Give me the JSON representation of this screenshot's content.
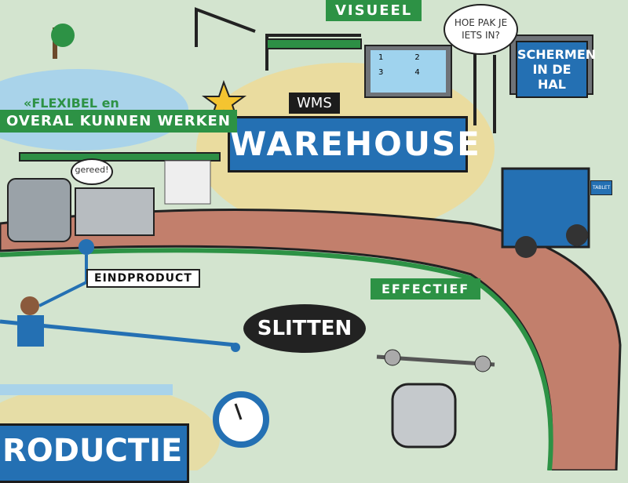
{
  "labels": {
    "visueel": "VISUEEL",
    "hoe_pak": "HOE PAK JE IETS IN?",
    "schermen": "SCHERMEN IN DE HAL",
    "wms": "WMS",
    "warehouse": "WAREHOUSE",
    "flexibel": "«FLEXIBEL en",
    "overal": "OVERAL KUNNEN WERKEN",
    "gereed": "gereed!",
    "tablet": "TABLET",
    "eindproduct": "EINDPRODUCT",
    "effectief": "EFFECTIEF",
    "slitten": "SLITTEN",
    "productie": "RODUCTIE"
  },
  "screen_steps": [
    "1",
    "2",
    "3",
    "4"
  ],
  "colors": {
    "road": "#c27f6c",
    "green": "#2d9245",
    "blue": "#2470b3",
    "yellow": "#f4c842",
    "background": "#d3e4cf"
  }
}
